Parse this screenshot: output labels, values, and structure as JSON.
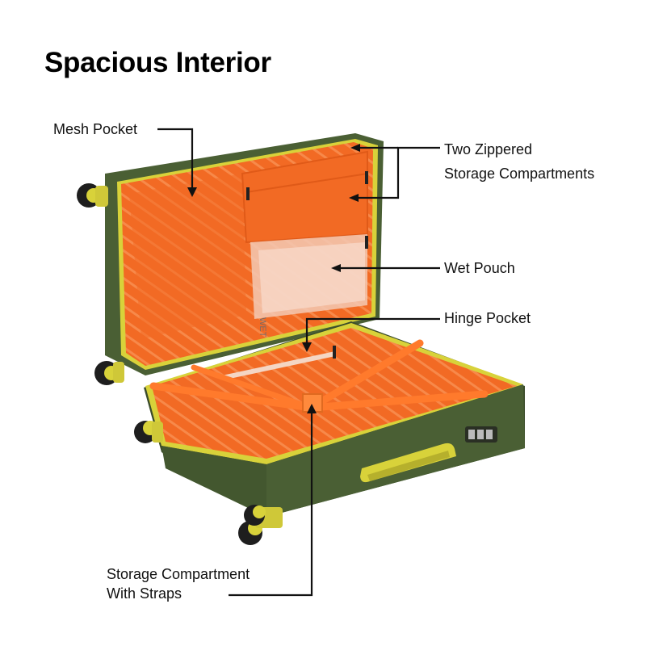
{
  "title": "Spacious Interior",
  "callouts": {
    "mesh_pocket": "Mesh Pocket",
    "zippered_line1": "Two Zippered",
    "zippered_line2": "Storage  Compartments",
    "wet_pouch": "Wet Pouch",
    "hinge_pocket": "Hinge Pocket",
    "storage_line1": "Storage Compartment",
    "storage_line2": "With Straps"
  },
  "wet_pouch_print": "WET",
  "colors": {
    "shell": "#4a5f34",
    "shell_dark": "#3b4c2a",
    "accent": "#d8d23a",
    "lining": "#f26a24",
    "lining_light": "#f7894a",
    "ink": "#111111"
  }
}
